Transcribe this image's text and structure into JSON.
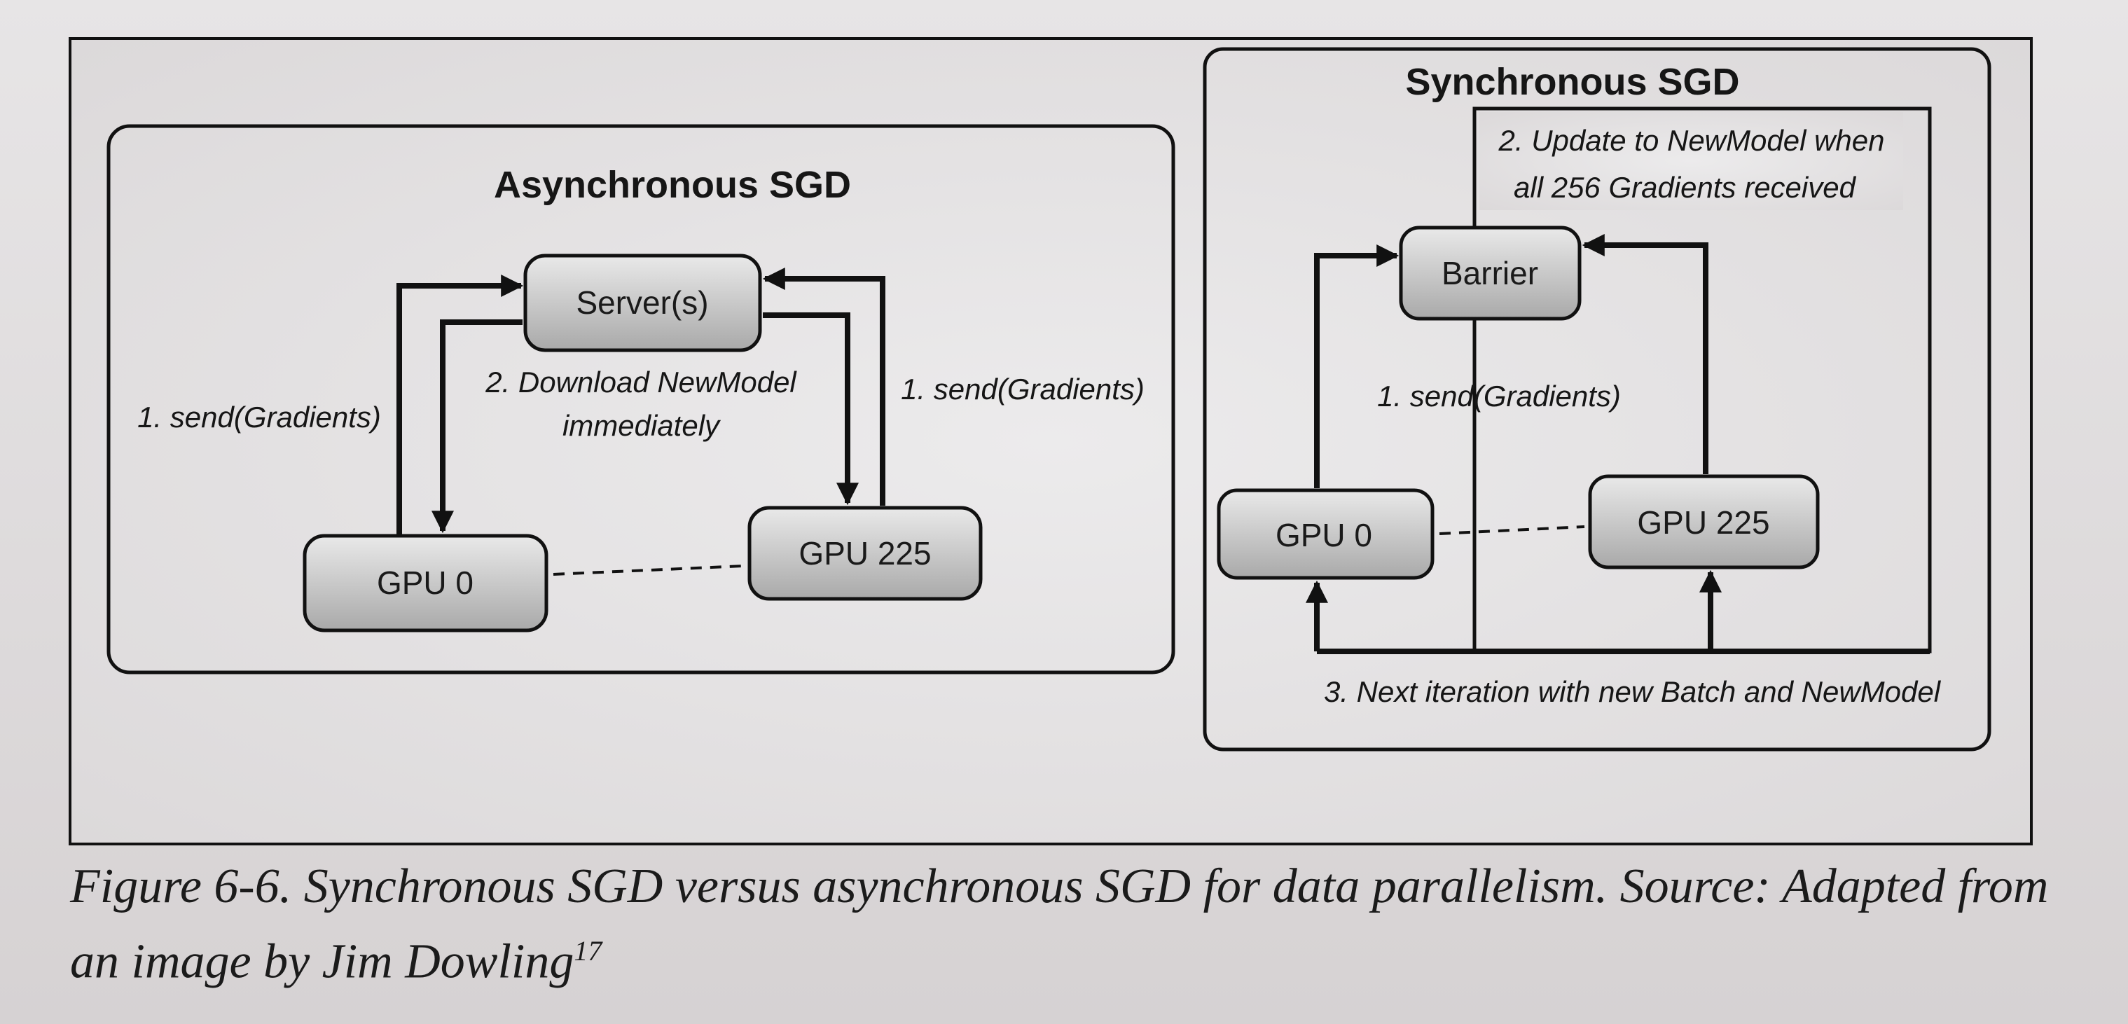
{
  "async_panel": {
    "title": "Asynchronous SGD",
    "server_label": "Server(s)",
    "gpu_left_label": "GPU 0",
    "gpu_right_label": "GPU 225",
    "left_send_label": "1. send(Gradients)",
    "right_send_label": "1. send(Gradients)",
    "download_label_line1": "2. Download NewModel",
    "download_label_line2": "immediately"
  },
  "sync_panel": {
    "title": "Synchronous SGD",
    "barrier_label": "Barrier",
    "update_label_line1": "2. Update to NewModel when",
    "update_label_line2": "all 256 Gradients received",
    "send_label": "1. send(Gradients)",
    "gpu_left_label": "GPU 0",
    "gpu_right_label": "GPU 225",
    "next_iteration_label": "3. Next iteration with new Batch and NewModel"
  },
  "caption": {
    "text": "Figure 6-6. Synchronous SGD versus asynchronous SGD for data parallelism. Source: Adapted from an image by Jim Dowling",
    "footnote_ref": "17"
  }
}
